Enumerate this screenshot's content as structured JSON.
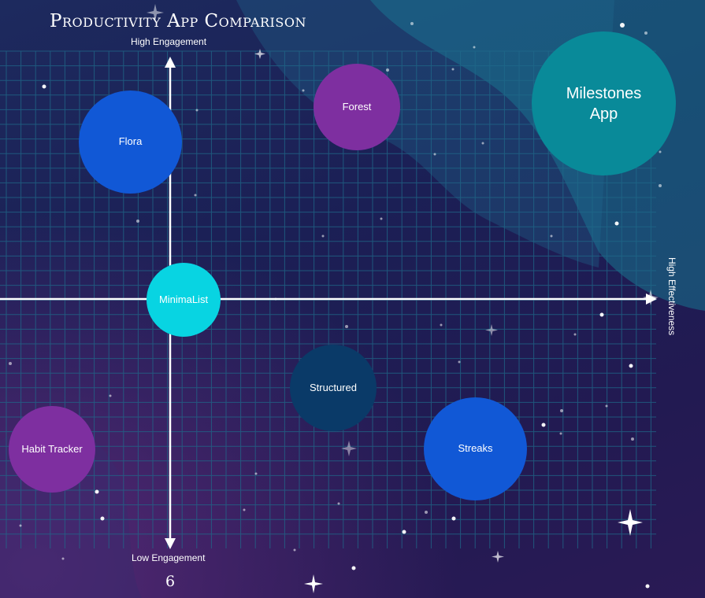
{
  "title": "Productivity App Comparison",
  "axes": {
    "top": "High Engagement",
    "bottom": "Low Engagement",
    "right": "High Effectiveness"
  },
  "page_number": "6",
  "colors": {
    "purple": "#7e2fa0",
    "blue": "#1158d6",
    "cyan": "#08d4e2",
    "navy": "#0a3a68",
    "teal": "#098a99"
  },
  "apps": [
    {
      "id": "flora",
      "label": "Flora"
    },
    {
      "id": "forest",
      "label": "Forest"
    },
    {
      "id": "milestones",
      "label": "Milestones\nApp"
    },
    {
      "id": "minimalist",
      "label": "MinimaList"
    },
    {
      "id": "structured",
      "label": "Structured"
    },
    {
      "id": "habit-tracker",
      "label": "Habit Tracker"
    },
    {
      "id": "streaks",
      "label": "Streaks"
    }
  ]
}
